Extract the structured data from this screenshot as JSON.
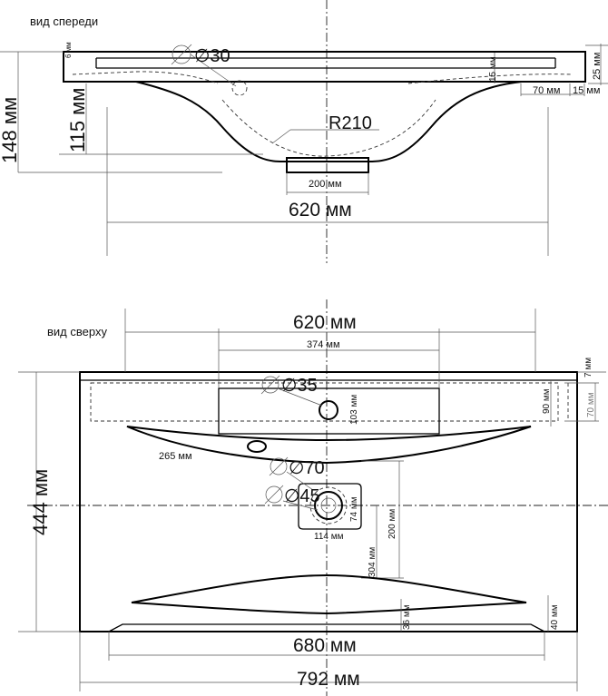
{
  "front": {
    "title": "вид спереди",
    "label_6mm": "6 мм",
    "hole_label": "∅30",
    "label_25mm": "25 мм",
    "label_15mm_v": "15 мм",
    "label_70mm": "70 мм",
    "label_15mm_h": "15 мм",
    "height_148": "148 мм",
    "height_115": "115 мм",
    "radius": "R210",
    "width_200": "200 мм",
    "width_620": "620 мм"
  },
  "top": {
    "title": "вид сверху",
    "width_620": "620 мм",
    "width_374": "374 мм",
    "label_7mm": "7 мм",
    "hole_35": "∅35",
    "label_103": "103 мм",
    "label_90": "90 мм",
    "label_70": "70 мм",
    "label_265": "265 мм",
    "hole_70": "∅70",
    "hole_45": "∅45",
    "label_74": "74 мм",
    "label_114": "114 мм",
    "label_200": "200 мм",
    "label_304": "304 мм",
    "depth_444": "444 мм",
    "label_36": "36 мм",
    "label_40": "40 мм",
    "width_680": "680 мм",
    "width_792": "792 мм"
  }
}
